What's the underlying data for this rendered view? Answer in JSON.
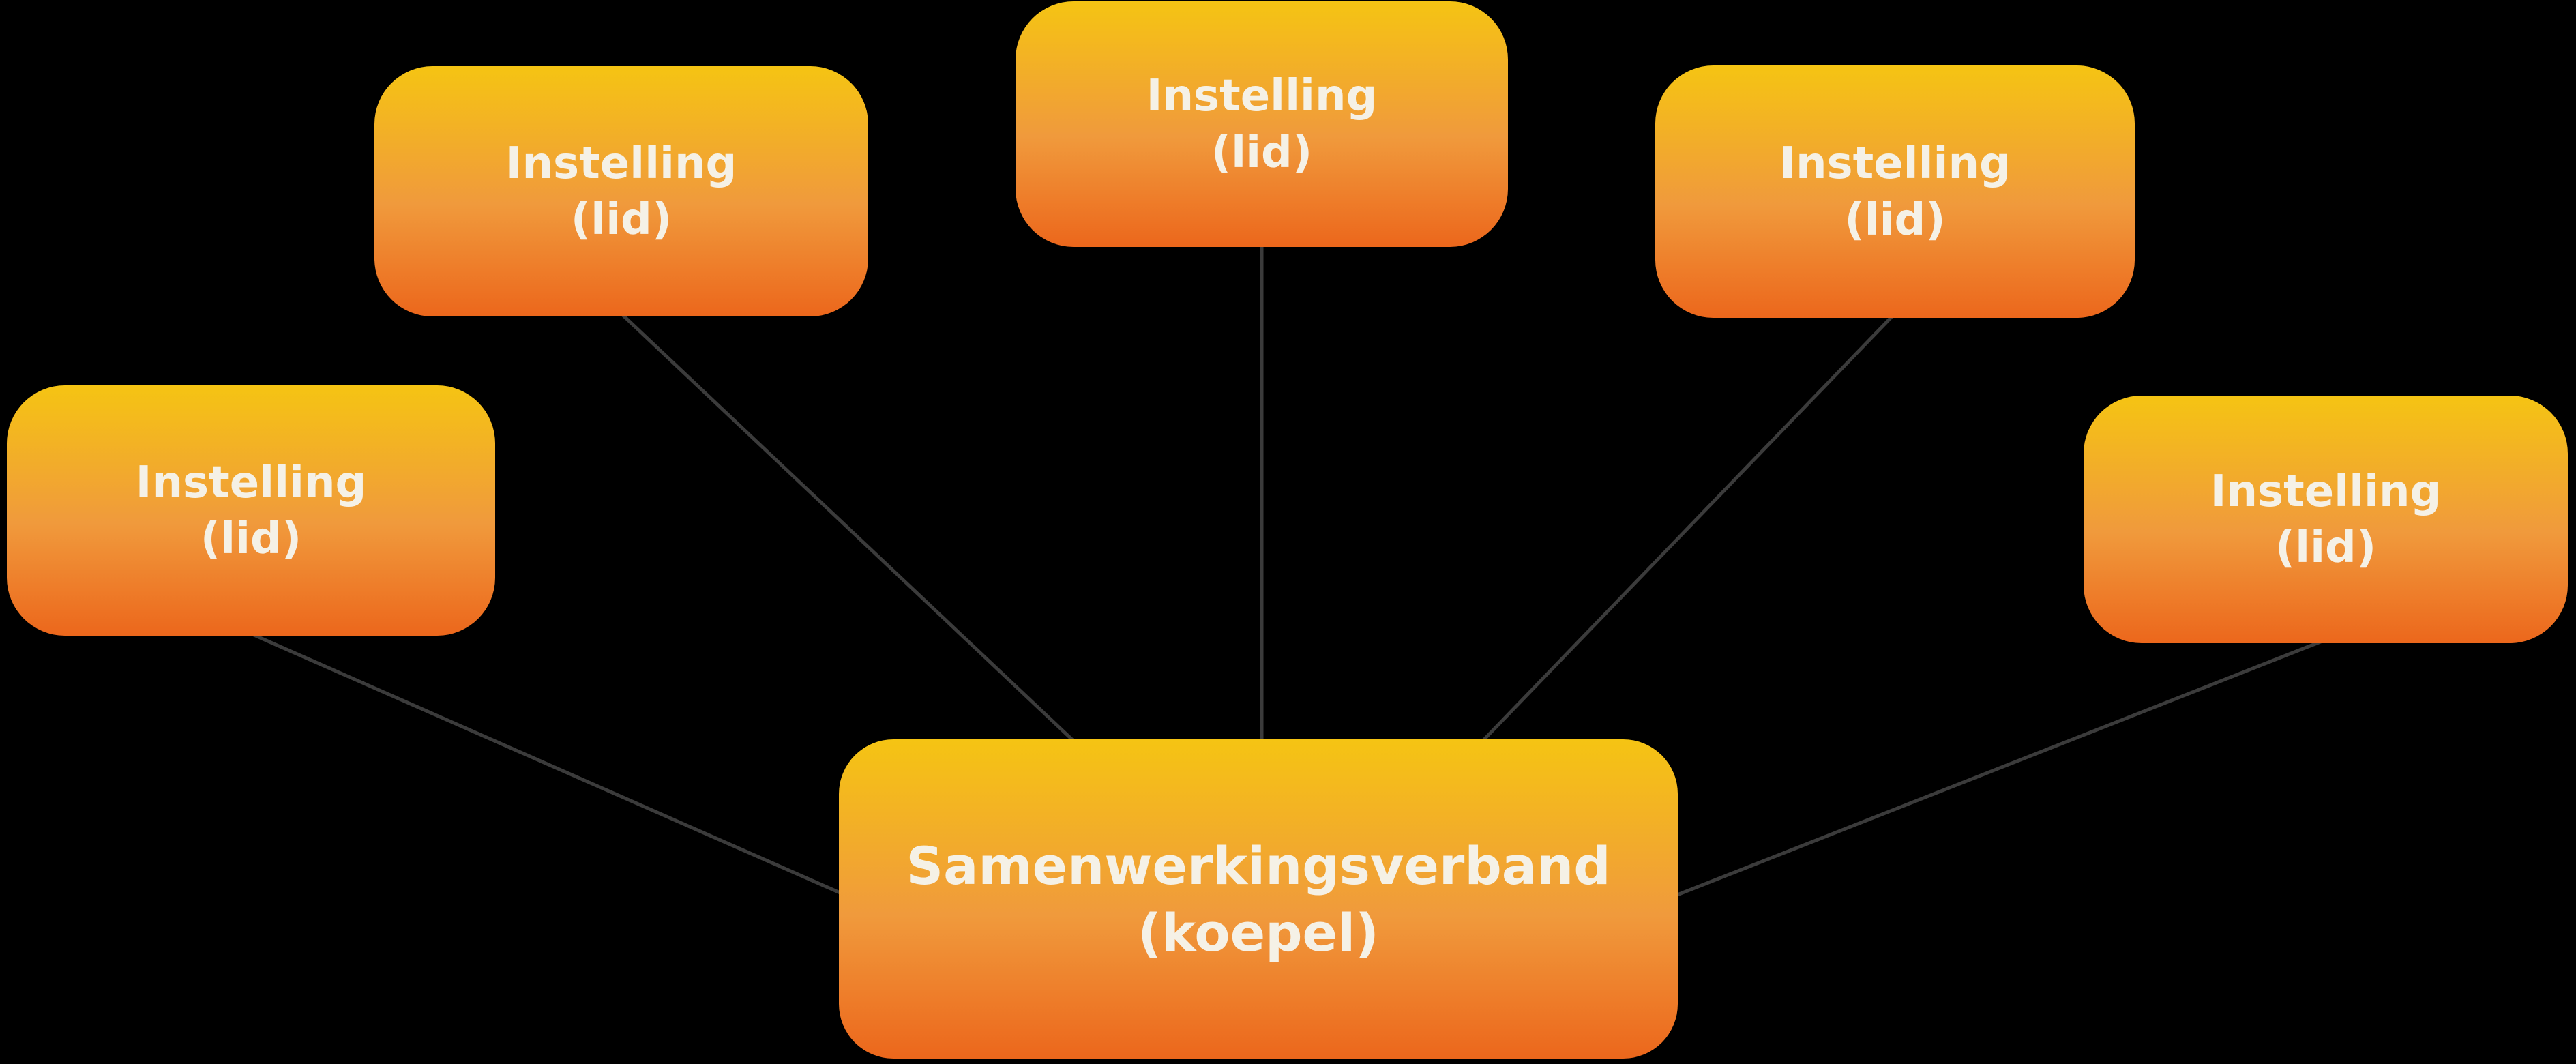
{
  "theme": {
    "bg": "#000000",
    "connector": "#3b3b3b",
    "grad-top": "#f5c413",
    "grad-mid": "#f09a3c",
    "grad-bottom": "#ec671c",
    "text": "#f5f1e6"
  },
  "diagram": {
    "nodes": [
      {
        "id": "instelling-1",
        "title": "Instelling",
        "subtitle": "(lid)"
      },
      {
        "id": "instelling-2",
        "title": "Instelling",
        "subtitle": "(lid)"
      },
      {
        "id": "instelling-3",
        "title": "Instelling",
        "subtitle": "(lid)"
      },
      {
        "id": "instelling-4",
        "title": "Instelling",
        "subtitle": "(lid)"
      },
      {
        "id": "instelling-5",
        "title": "Instelling",
        "subtitle": "(lid)"
      },
      {
        "id": "koepel",
        "title": "Samenwerkingsverband",
        "subtitle": "(koepel)"
      }
    ],
    "edges": [
      {
        "from": "instelling-1",
        "to": "koepel"
      },
      {
        "from": "instelling-2",
        "to": "koepel"
      },
      {
        "from": "instelling-3",
        "to": "koepel"
      },
      {
        "from": "instelling-4",
        "to": "koepel"
      },
      {
        "from": "instelling-5",
        "to": "koepel"
      }
    ]
  }
}
